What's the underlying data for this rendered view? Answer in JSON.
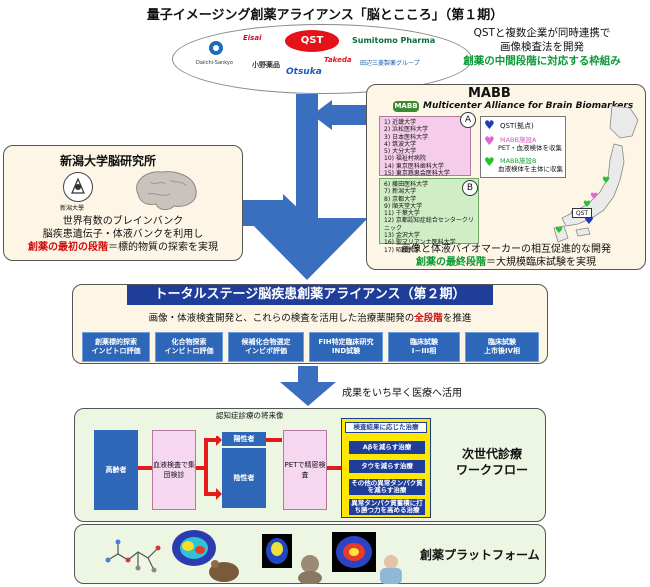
{
  "phase1": {
    "title": "量子イメージング創薬アライアンス「脳とこころ」（第１期）",
    "logos": {
      "qst": "QST",
      "eisai": "Eisai",
      "sumitomo": "Sumitomo Pharma",
      "daiichi": "Daiichi-Sankyo",
      "ono": "小野薬品",
      "otsuka": "Otsuka",
      "takeda": "Takeda",
      "tanabe": "田辺三菱製薬グループ"
    },
    "notes": {
      "line1": "QSTと複数企業が同時連携で",
      "line2": "画像検査法を開発",
      "line3": "創薬の中間段階に対応する枠組み"
    }
  },
  "niigata": {
    "title": "新潟大学脳研究所",
    "crest": "新潟大學",
    "line1": "世界有数のブレインバンク",
    "line2": "脳疾患遺伝子・体液バンクを利用し",
    "line3_em": "創薬の最初の段階",
    "line3_rest": "＝標的物質の探索を実現"
  },
  "mabb": {
    "title": "MABB",
    "badge": "MABB",
    "subtitle": "Multicenter Alliance for Brain Biomarkers",
    "group_a_label": "A",
    "group_a": [
      "1) 近畿大学",
      "2) 浜松医科大学",
      "3) 日本医科大学",
      "4) 筑波大学",
      "5) 大分大学",
      "10) 福祉村病院",
      "14) 東京医科歯科大学",
      "15) 東京慈恵会医科大学"
    ],
    "group_b_label": "B",
    "group_b": [
      "6) 藤田医科大学",
      "7) 新潟大学",
      "8) 京都大学",
      "9) 順天堂大学",
      "11) 千葉大学",
      "12) 京都認知症総合センタークリニック",
      "13) 金沢大学",
      "16) 聖マリアンナ医科大学",
      "17) 昭和大学"
    ],
    "legend_qst": "QST(拠点)",
    "legend_a_title": "MABB施設A",
    "legend_a_desc": "PET・血液検体を収集",
    "legend_b_title": "MABB施設B",
    "legend_b_desc": "血液検体を主体に収集",
    "qst_map_label": "QST",
    "line1": "画像と体液バイオマーカーの相互促進的な開発",
    "line2_em": "創薬の最終段階",
    "line2_rest": "＝大規模臨床試験を実現"
  },
  "phase2": {
    "title": "トータルステージ脳疾患創薬アライアンス（第２期）",
    "subtitle_a": "画像・体液検査開発と、これらの検査を活用した治療薬開発の",
    "subtitle_em": "全段階",
    "subtitle_b": "を推進",
    "steps": [
      {
        "l1": "創薬標的探索",
        "l2": "インビトロ評価"
      },
      {
        "l1": "化合物探索",
        "l2": "インビトロ評価"
      },
      {
        "l1": "候補化合物選定",
        "l2": "インビボ評価"
      },
      {
        "l1": "FIH特定臨床研究",
        "l2": "IND試験"
      },
      {
        "l1": "臨床試験",
        "l2": "I－III相"
      },
      {
        "l1": "臨床試験",
        "l2": "上市後IV相"
      }
    ],
    "arrow_note": "成果をいち早く医療へ活用"
  },
  "workflow": {
    "heading": "認知症診療の将来像",
    "elderly": "高齢者",
    "blood_test": "血液検査で集団検診",
    "positive": "陽性者",
    "negative": "陰性者",
    "pet": "PETで精密検査",
    "treat_header": "検査結果に応じた治療",
    "treat_items": [
      "Aβを減らす治療",
      "タウを減らす治療",
      "その他の異常タンパク質を減らす治療",
      "異常タンパク質蓄積に打ち勝つ力を高める治療"
    ],
    "label_l1": "次世代診療",
    "label_l2": "ワークフロー"
  },
  "platform": {
    "label": "創薬プラットフォーム"
  },
  "colors": {
    "navy": "#1f3e99",
    "blue_step": "#2e67b8",
    "green_text": "#0a9a36",
    "red_text": "#d01010",
    "qst_red": "#e6121a",
    "workflow_bg": "#ecf6e2",
    "panel_bg": "#fdf6e6"
  }
}
